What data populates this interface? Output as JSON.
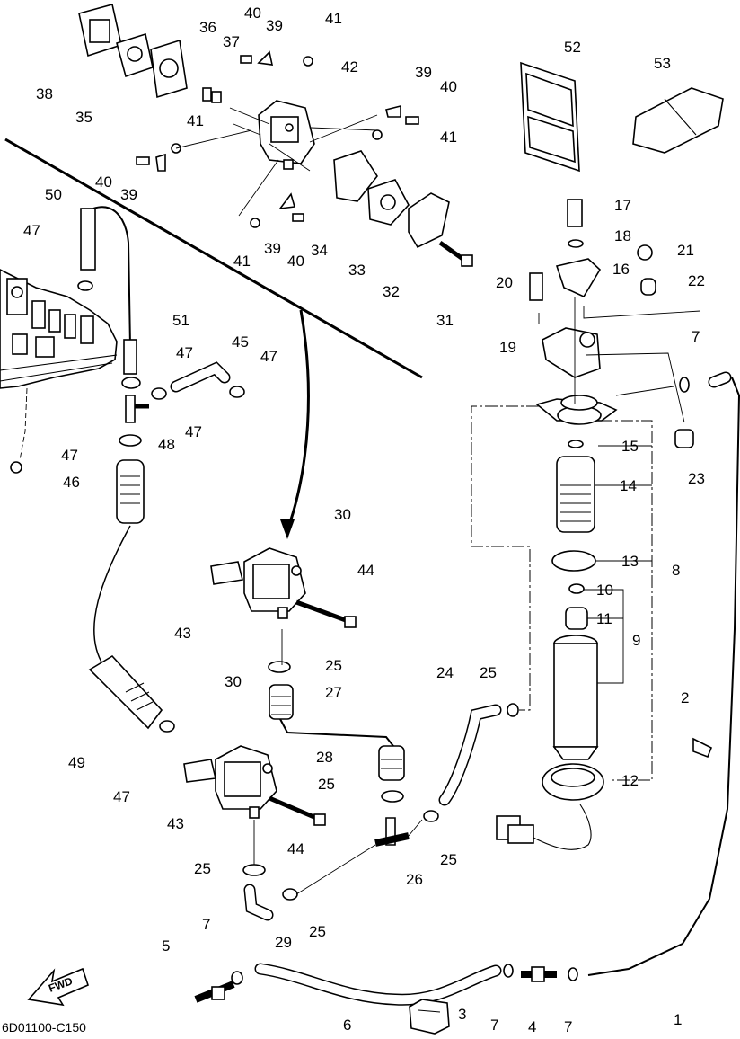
{
  "drawing_code": "6D01100-C150",
  "direction_label": "FWD",
  "callouts": [
    {
      "id": "c1",
      "text": "1"
    },
    {
      "id": "c2",
      "text": "2"
    },
    {
      "id": "c3",
      "text": "3"
    },
    {
      "id": "c4",
      "text": "4"
    },
    {
      "id": "c5",
      "text": "5"
    },
    {
      "id": "c6",
      "text": "6"
    },
    {
      "id": "c7a",
      "text": "7"
    },
    {
      "id": "c7b",
      "text": "7"
    },
    {
      "id": "c7c",
      "text": "7"
    },
    {
      "id": "c7d",
      "text": "7"
    },
    {
      "id": "c8",
      "text": "8"
    },
    {
      "id": "c9",
      "text": "9"
    },
    {
      "id": "c10",
      "text": "10"
    },
    {
      "id": "c11",
      "text": "11"
    },
    {
      "id": "c12",
      "text": "12"
    },
    {
      "id": "c13",
      "text": "13"
    },
    {
      "id": "c14",
      "text": "14"
    },
    {
      "id": "c15",
      "text": "15"
    },
    {
      "id": "c16",
      "text": "16"
    },
    {
      "id": "c17",
      "text": "17"
    },
    {
      "id": "c18",
      "text": "18"
    },
    {
      "id": "c19",
      "text": "19"
    },
    {
      "id": "c20",
      "text": "20"
    },
    {
      "id": "c21",
      "text": "21"
    },
    {
      "id": "c22",
      "text": "22"
    },
    {
      "id": "c23",
      "text": "23"
    },
    {
      "id": "c24",
      "text": "24"
    },
    {
      "id": "c25a",
      "text": "25"
    },
    {
      "id": "c25b",
      "text": "25"
    },
    {
      "id": "c25c",
      "text": "25"
    },
    {
      "id": "c25d",
      "text": "25"
    },
    {
      "id": "c25e",
      "text": "25"
    },
    {
      "id": "c25f",
      "text": "25"
    },
    {
      "id": "c26",
      "text": "26"
    },
    {
      "id": "c27",
      "text": "27"
    },
    {
      "id": "c28",
      "text": "28"
    },
    {
      "id": "c29",
      "text": "29"
    },
    {
      "id": "c30a",
      "text": "30"
    },
    {
      "id": "c30b",
      "text": "30"
    },
    {
      "id": "c31",
      "text": "31"
    },
    {
      "id": "c32",
      "text": "32"
    },
    {
      "id": "c33",
      "text": "33"
    },
    {
      "id": "c34",
      "text": "34"
    },
    {
      "id": "c35",
      "text": "35"
    },
    {
      "id": "c36",
      "text": "36"
    },
    {
      "id": "c37",
      "text": "37"
    },
    {
      "id": "c38",
      "text": "38"
    },
    {
      "id": "c39a",
      "text": "39"
    },
    {
      "id": "c39b",
      "text": "39"
    },
    {
      "id": "c39c",
      "text": "39"
    },
    {
      "id": "c39d",
      "text": "39"
    },
    {
      "id": "c40a",
      "text": "40"
    },
    {
      "id": "c40b",
      "text": "40"
    },
    {
      "id": "c40c",
      "text": "40"
    },
    {
      "id": "c40d",
      "text": "40"
    },
    {
      "id": "c41a",
      "text": "41"
    },
    {
      "id": "c41b",
      "text": "41"
    },
    {
      "id": "c41c",
      "text": "41"
    },
    {
      "id": "c41d",
      "text": "41"
    },
    {
      "id": "c42",
      "text": "42"
    },
    {
      "id": "c43a",
      "text": "43"
    },
    {
      "id": "c43b",
      "text": "43"
    },
    {
      "id": "c44a",
      "text": "44"
    },
    {
      "id": "c44b",
      "text": "44"
    },
    {
      "id": "c45",
      "text": "45"
    },
    {
      "id": "c46",
      "text": "46"
    },
    {
      "id": "c47a",
      "text": "47"
    },
    {
      "id": "c47b",
      "text": "47"
    },
    {
      "id": "c47c",
      "text": "47"
    },
    {
      "id": "c47d",
      "text": "47"
    },
    {
      "id": "c47e",
      "text": "47"
    },
    {
      "id": "c47f",
      "text": "47"
    },
    {
      "id": "c48",
      "text": "48"
    },
    {
      "id": "c49",
      "text": "49"
    },
    {
      "id": "c50",
      "text": "50"
    },
    {
      "id": "c51",
      "text": "51"
    },
    {
      "id": "c52",
      "text": "52"
    },
    {
      "id": "c53",
      "text": "53"
    }
  ]
}
